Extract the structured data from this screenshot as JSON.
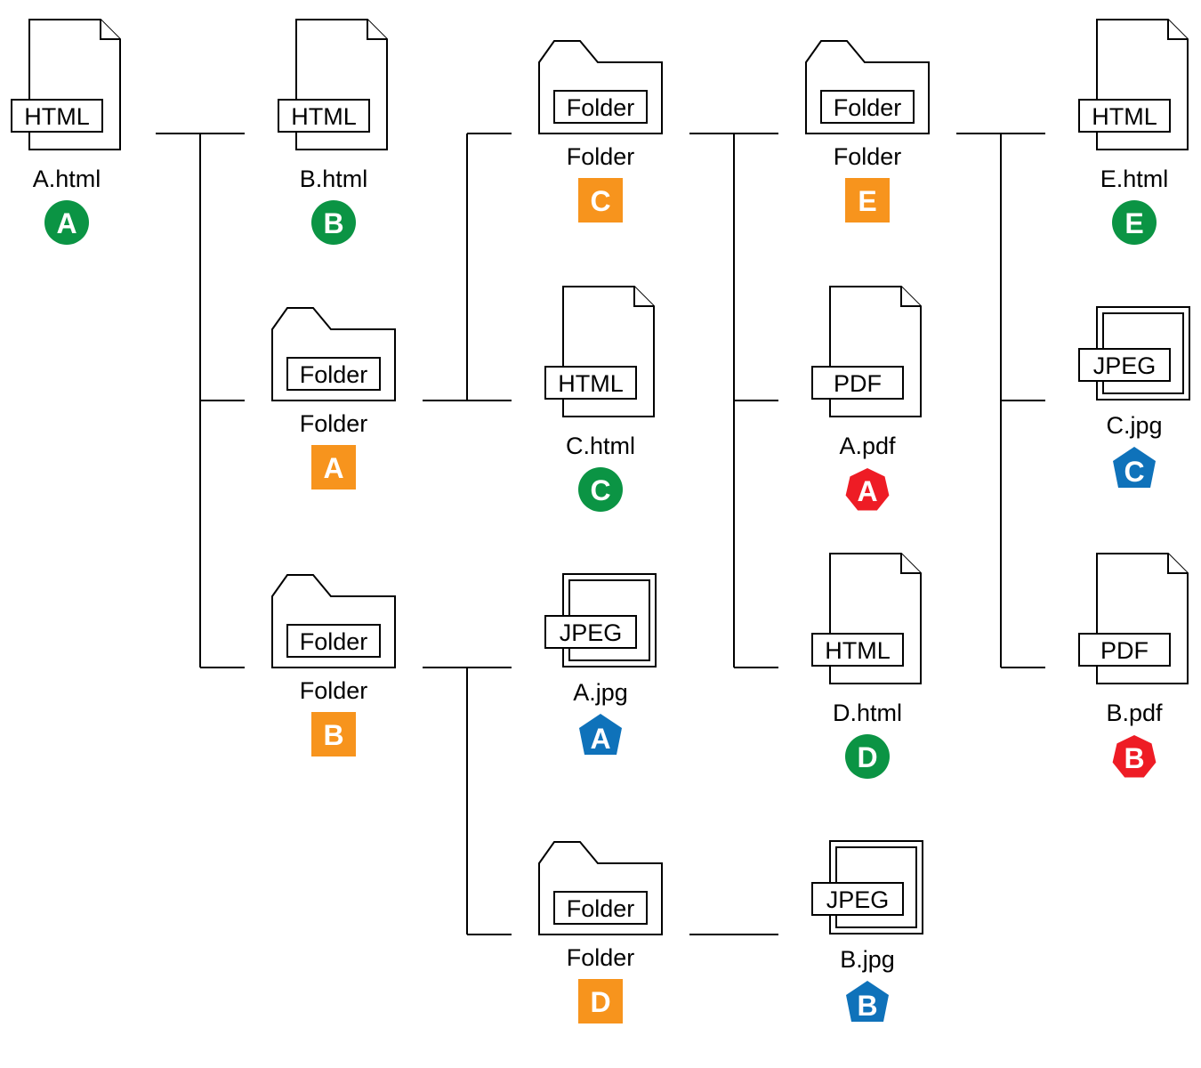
{
  "palette": {
    "html_badge": "#0b9444",
    "folder_badge": "#f7941d",
    "pdf_badge": "#ee1c25",
    "jpeg_badge": "#0f72ba"
  },
  "nodes": {
    "a_html": {
      "name": "A.html",
      "type_tag": "HTML",
      "badge": "A",
      "icon": "html-file-icon"
    },
    "b_html": {
      "name": "B.html",
      "type_tag": "HTML",
      "badge": "B",
      "icon": "html-file-icon"
    },
    "folder_a": {
      "name": "Folder",
      "type_tag": "Folder",
      "badge": "A",
      "icon": "folder-icon"
    },
    "folder_b": {
      "name": "Folder",
      "type_tag": "Folder",
      "badge": "B",
      "icon": "folder-icon"
    },
    "folder_c": {
      "name": "Folder",
      "type_tag": "Folder",
      "badge": "C",
      "icon": "folder-icon"
    },
    "c_html": {
      "name": "C.html",
      "type_tag": "HTML",
      "badge": "C",
      "icon": "html-file-icon"
    },
    "a_jpg": {
      "name": "A.jpg",
      "type_tag": "JPEG",
      "badge": "A",
      "icon": "jpeg-image-icon"
    },
    "folder_d": {
      "name": "Folder",
      "type_tag": "Folder",
      "badge": "D",
      "icon": "folder-icon"
    },
    "folder_e": {
      "name": "Folder",
      "type_tag": "Folder",
      "badge": "E",
      "icon": "folder-icon"
    },
    "a_pdf": {
      "name": "A.pdf",
      "type_tag": "PDF",
      "badge": "A",
      "icon": "pdf-file-icon"
    },
    "d_html": {
      "name": "D.html",
      "type_tag": "HTML",
      "badge": "D",
      "icon": "html-file-icon"
    },
    "b_jpg": {
      "name": "B.jpg",
      "type_tag": "JPEG",
      "badge": "B",
      "icon": "jpeg-image-icon"
    },
    "e_html": {
      "name": "E.html",
      "type_tag": "HTML",
      "badge": "E",
      "icon": "html-file-icon"
    },
    "c_jpg": {
      "name": "C.jpg",
      "type_tag": "JPEG",
      "badge": "C",
      "icon": "jpeg-image-icon"
    },
    "b_pdf": {
      "name": "B.pdf",
      "type_tag": "PDF",
      "badge": "B",
      "icon": "pdf-file-icon"
    }
  },
  "links": [
    {
      "parent": "a_html",
      "children": [
        "b_html",
        "folder_a",
        "folder_b"
      ]
    },
    {
      "parent": "folder_a",
      "children": [
        "folder_c",
        "c_html"
      ]
    },
    {
      "parent": "folder_b",
      "children": [
        "a_jpg",
        "folder_d"
      ]
    },
    {
      "parent": "folder_c",
      "children": [
        "folder_e",
        "a_pdf",
        "d_html"
      ]
    },
    {
      "parent": "folder_d",
      "children": [
        "b_jpg"
      ]
    },
    {
      "parent": "folder_e",
      "children": [
        "e_html",
        "c_jpg",
        "b_pdf"
      ]
    }
  ]
}
